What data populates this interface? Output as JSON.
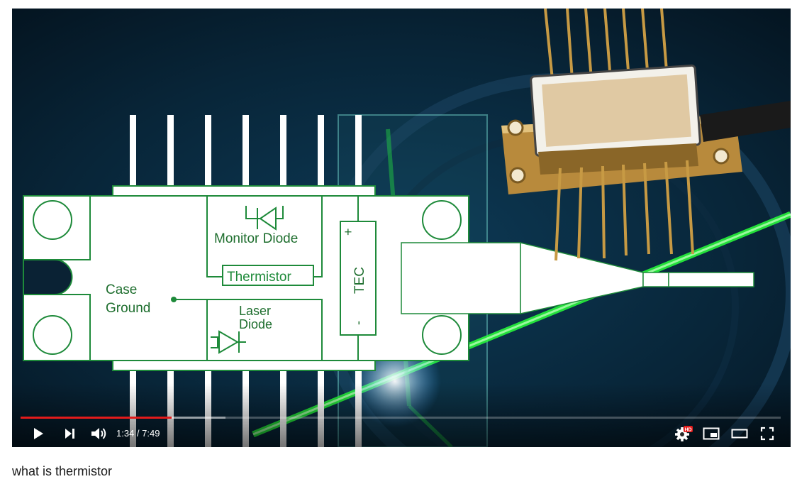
{
  "player": {
    "progress": {
      "played_fraction": 0.199,
      "loaded_fraction": 0.27
    },
    "time": {
      "current": "1:34",
      "duration": "7:49",
      "separator": " / "
    },
    "settings_badge": "HD"
  },
  "thumbnail_labels": {
    "monitor_diode": "Monitor Diode",
    "thermistor": "Thermistor",
    "case": "Case",
    "ground": "Ground",
    "laser": "Laser",
    "diode": "Diode",
    "tec": "TEC",
    "plus": "+",
    "minus": "-"
  },
  "colors": {
    "schematic_green": "#1e8a3a",
    "progress_red": "#e31b1b"
  },
  "icons": [
    "play-icon",
    "next-icon",
    "volume-icon",
    "settings-icon",
    "miniplayer-icon",
    "theater-icon",
    "fullscreen-icon"
  ],
  "caption": "what is thermistor"
}
